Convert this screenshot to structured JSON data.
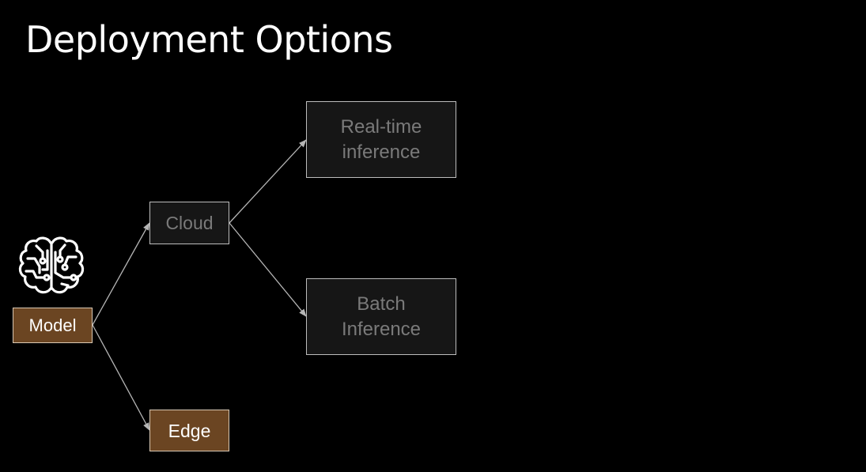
{
  "title": "Deployment Options",
  "colors": {
    "background": "#000000",
    "title_text": "#ffffff",
    "active_fill": "#6b4522",
    "active_border": "#d9c8b4",
    "active_text": "#ffffff",
    "dim_fill": "#161616",
    "dim_border": "#bdbdbd",
    "dim_text": "#7a7a7a",
    "edge": "#b5b5b5"
  },
  "icon": "brain-circuit-icon",
  "nodes": {
    "model": {
      "label": "Model",
      "style": "active"
    },
    "edge": {
      "label": "Edge",
      "style": "active"
    },
    "cloud": {
      "label": "Cloud",
      "style": "dim"
    },
    "realtime": {
      "label": "Real-time\ninference",
      "style": "dim"
    },
    "batch": {
      "label": "Batch\nInference",
      "style": "dim"
    }
  },
  "edges": [
    {
      "from": "model",
      "to": "cloud"
    },
    {
      "from": "model",
      "to": "edge"
    },
    {
      "from": "cloud",
      "to": "realtime"
    },
    {
      "from": "cloud",
      "to": "batch"
    }
  ]
}
